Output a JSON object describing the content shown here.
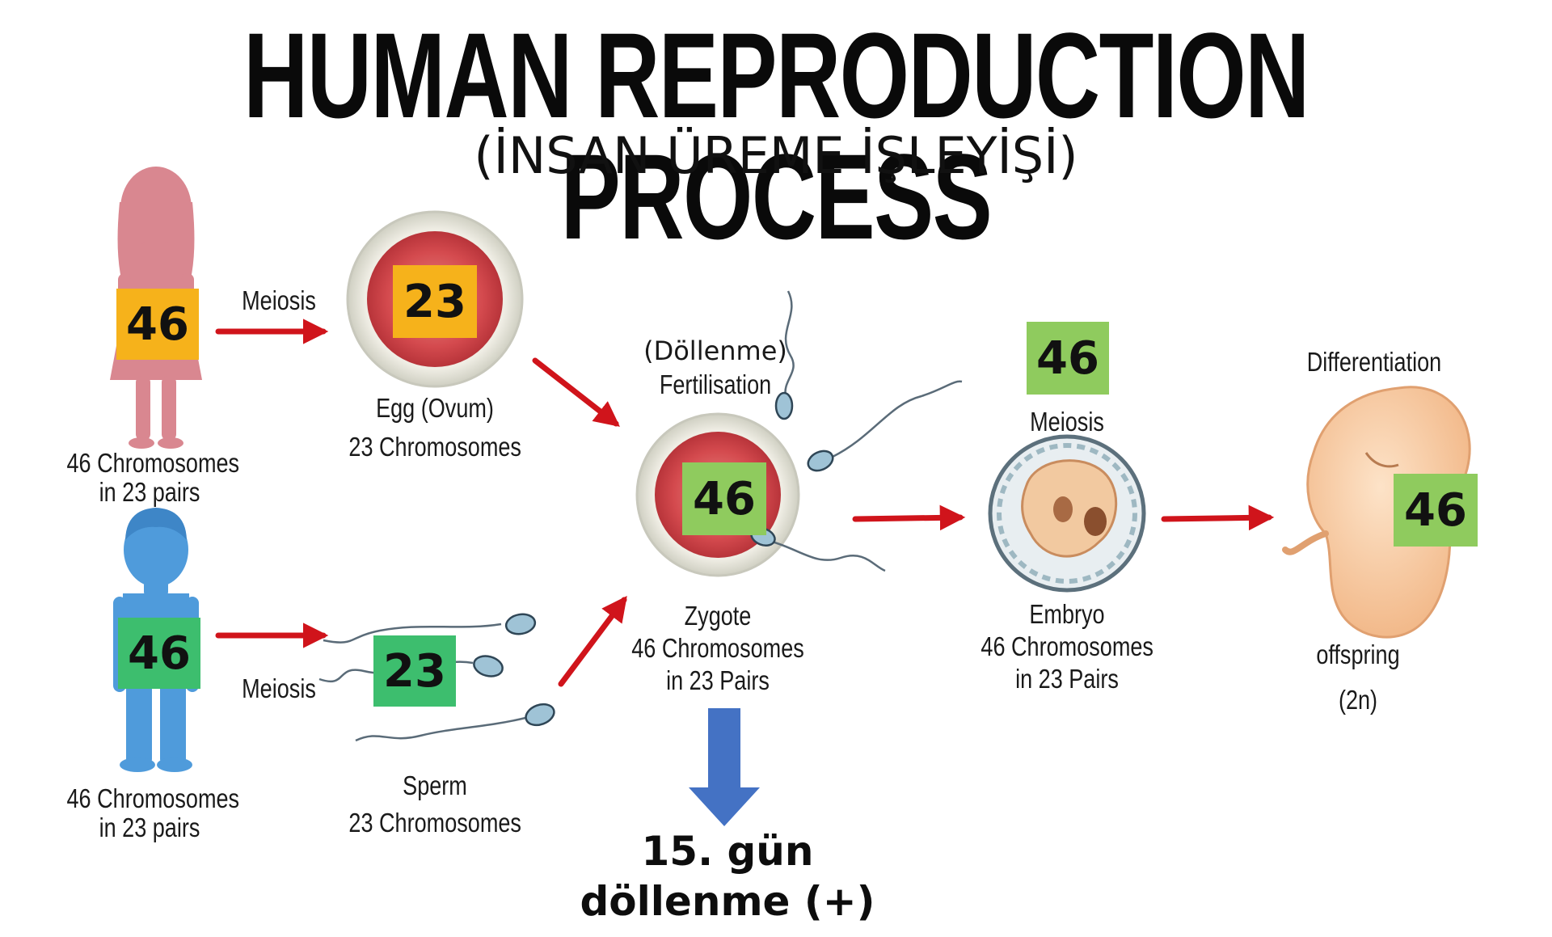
{
  "title": "HUMAN REPRODUCTION PROCESS",
  "subtitle": "(İNSAN ÜREME İŞLEYİŞİ)",
  "female": {
    "count": "46",
    "caption_line1": "46 Chromosomes",
    "caption_line2": "in 23 pairs"
  },
  "male": {
    "count": "46",
    "caption_line1": "46 Chromosomes",
    "caption_line2": "in 23 pairs"
  },
  "meiosis_top": "Meiosis",
  "meiosis_bottom": "Meiosis",
  "egg": {
    "count": "23",
    "caption_line1": "Egg (Ovum)",
    "caption_line2": "23 Chromosomes"
  },
  "sperm": {
    "count": "23",
    "caption_line1": "Sperm",
    "caption_line2": "23 Chromosomes"
  },
  "fertilisation": {
    "label_tr": "(Döllenme)",
    "label_en": "Fertilisation"
  },
  "zygote": {
    "count": "46",
    "caption_line1": "Zygote",
    "caption_line2": "46 Chromosomes",
    "caption_line3": "in 23 Pairs"
  },
  "embryo": {
    "count": "46",
    "stage_label": "Meiosis",
    "caption_line1": "Embryo",
    "caption_line2": "46 Chromosomes",
    "caption_line3": "in 23 Pairs"
  },
  "offspring": {
    "count": "46",
    "stage_label": "Differentiation",
    "caption_line1": "offspring",
    "caption_line2": "(2n)"
  },
  "bottom_note": {
    "line1": "15. gün",
    "line2": "döllenme (+)"
  },
  "colors": {
    "orange_badge": "#F6B21B",
    "green_badge": "#3DBE6E",
    "light_green_badge": "#8FCB5E",
    "female_pink": "#D98790",
    "male_blue": "#4F9BDB",
    "red_arrow": "#D0141B",
    "blue_arrow": "#4472C4",
    "egg_red": "#D44A4E"
  }
}
